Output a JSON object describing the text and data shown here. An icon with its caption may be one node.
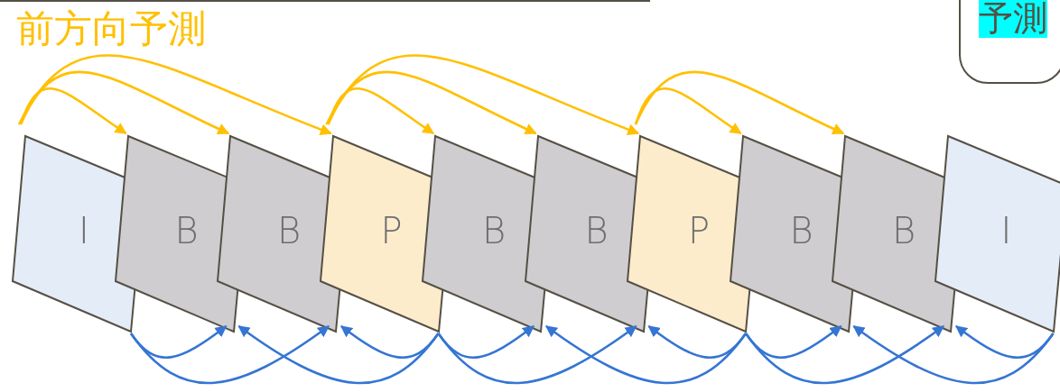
{
  "diagram": {
    "nodes": [
      {
        "text": [
          "I"
        ]
      },
      {
        "text": [
          "B"
        ]
      },
      {
        "text": [
          "B"
        ]
      },
      {
        "text": [
          "P"
        ]
      },
      {
        "text": [
          "B"
        ]
      },
      {
        "text": [
          "B"
        ]
      },
      {
        "text": [
          "P"
        ]
      },
      {
        "text": [
          "B"
        ]
      },
      {
        "text": [
          "B"
        ]
      },
      {
        "text": [
          "I"
        ]
      },
      {
        "text": [
          "予測"
        ]
      }
    ],
    "edges": [
      {
        "from": 0,
        "to": 1,
        "arrow": "to",
        "color": "#ffc000"
      },
      {
        "from": 0,
        "to": 2,
        "arrow": "to",
        "color": "#ffc000"
      },
      {
        "from": 0,
        "to": 3,
        "arrow": "to",
        "color": "#ffc000"
      },
      {
        "from": 3,
        "to": 4,
        "arrow": "to",
        "color": "#ffc000"
      },
      {
        "from": 3,
        "to": 5,
        "arrow": "to",
        "color": "#ffc000"
      },
      {
        "from": 3,
        "to": 6,
        "arrow": "to",
        "color": "#ffc000"
      },
      {
        "from": 6,
        "to": 7,
        "arrow": "to",
        "color": "#ffc000"
      },
      {
        "from": 6,
        "to": 8,
        "arrow": "to",
        "color": "#ffc000"
      },
      {
        "from": 0,
        "to": 1,
        "arrow": "to"
      },
      {
        "from": 0,
        "to": 2,
        "arrow": "to"
      },
      {
        "from": 3,
        "to": 1,
        "arrow": "to"
      },
      {
        "from": 3,
        "to": 2,
        "arrow": "to"
      },
      {
        "from": 3,
        "to": 4,
        "arrow": "to"
      },
      {
        "from": 3,
        "to": 5,
        "arrow": "to"
      },
      {
        "from": 6,
        "to": 4,
        "arrow": "to"
      },
      {
        "from": 6,
        "to": 5,
        "arrow": "to"
      },
      {
        "from": 6,
        "to": 7,
        "arrow": "to"
      },
      {
        "from": 6,
        "to": 8,
        "arrow": "to"
      },
      {
        "from": 9,
        "to": 7,
        "arrow": "to"
      },
      {
        "from": 9,
        "to": 8,
        "arrow": "to"
      }
    ],
    "labels": [
      "前方向予測"
    ]
  }
}
